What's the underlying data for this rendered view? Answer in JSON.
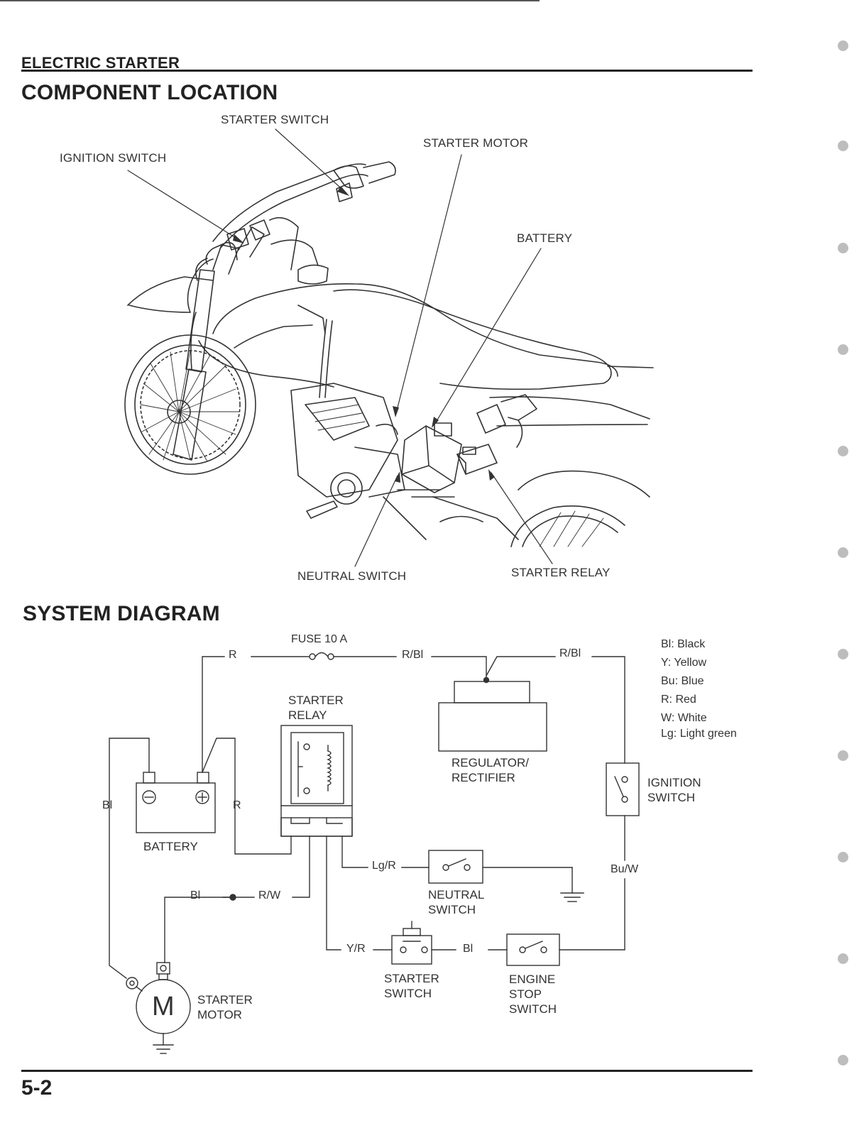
{
  "header": {
    "section": "ELECTRIC STARTER",
    "title": "COMPONENT LOCATION"
  },
  "component_location": {
    "callouts": {
      "starter_switch": "STARTER SWITCH",
      "ignition_switch": "IGNITION SWITCH",
      "starter_motor": "STARTER MOTOR",
      "battery": "BATTERY",
      "neutral_switch": "NEUTRAL SWITCH",
      "starter_relay": "STARTER RELAY"
    }
  },
  "system_diagram": {
    "title": "SYSTEM DIAGRAM",
    "fuse_label": "FUSE 10 A",
    "wires": {
      "r_top": "R",
      "rbl_left": "R/Bl",
      "rbl_right": "R/Bl",
      "bl_left": "Bl",
      "r_mid": "R",
      "lgr": "Lg/R",
      "buw": "Bu/W",
      "bl_bottom": "Bl",
      "rw": "R/W",
      "yr": "Y/R",
      "bl_stop": "Bl"
    },
    "components": {
      "starter_relay": "STARTER\nRELAY",
      "regulator_rectifier": "REGULATOR/\nRECTIFIER",
      "battery": "BATTERY",
      "ignition_switch": "IGNITION\nSWITCH",
      "neutral_switch": "NEUTRAL\nSWITCH",
      "starter_switch": "STARTER\nSWITCH",
      "engine_stop_switch": "ENGINE\nSTOP\nSWITCH",
      "starter_motor": "STARTER\nMOTOR",
      "motor_symbol": "M"
    },
    "legend": [
      "Bl: Black",
      "Y: Yellow",
      "Bu: Blue",
      "R: Red",
      "W: White",
      "Lg: Light green"
    ]
  },
  "footer": {
    "page_number": "5-2"
  }
}
